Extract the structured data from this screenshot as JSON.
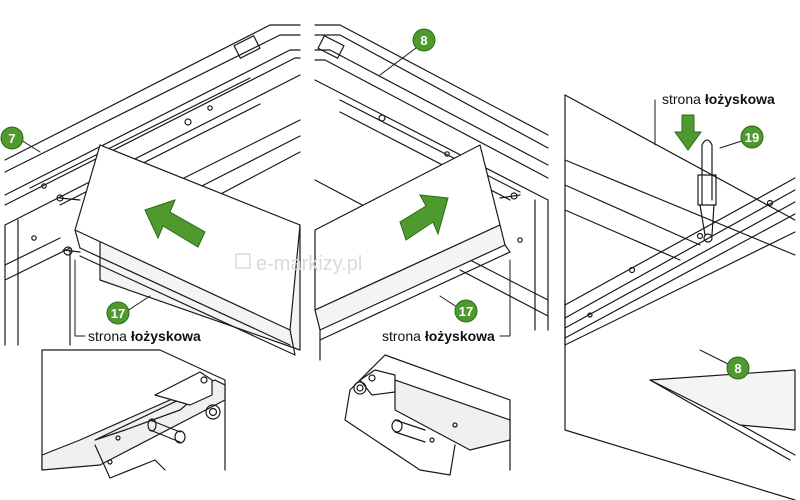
{
  "colors": {
    "line": "#1a1a1a",
    "callout_fill": "#4e9a2e",
    "arrow_fill": "#4e9a2e",
    "arrow_stroke": "#2e6a16",
    "panel_fill": "#f2f2f2",
    "background": "#ffffff"
  },
  "callouts": {
    "c7": "7",
    "c8_top": "8",
    "c17_left": "17",
    "c17_right": "17",
    "c19": "19",
    "c8_bottom": "8"
  },
  "labels": {
    "left": {
      "normal": "strona ",
      "bold": "łożyskowa"
    },
    "middle": {
      "normal": "strona ",
      "bold": "łożyskowa"
    },
    "right": {
      "normal": "strona ",
      "bold": "łożyskowa"
    }
  },
  "watermark": "e-markizy.pl",
  "icons": {
    "left_arrow": "arrow-up-left-icon",
    "right_arrow": "arrow-up-right-icon",
    "down_arrow": "arrow-down-icon"
  }
}
